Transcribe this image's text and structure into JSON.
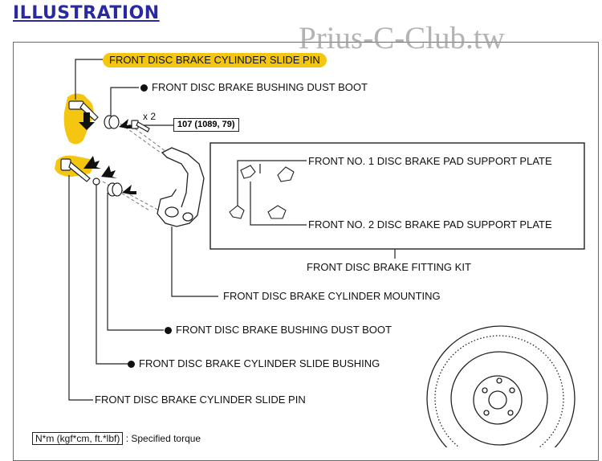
{
  "heading": "ILLUSTRATION",
  "watermark": "Prius-C-Club.tw",
  "labels": {
    "slide_pin_top": "FRONT DISC BRAKE CYLINDER SLIDE PIN",
    "dust_boot_top": "FRONT DISC BRAKE BUSHING DUST BOOT",
    "quantity": "x 2",
    "torque_value": "107 (1089, 79)",
    "pad_plate_1": "FRONT NO. 1 DISC BRAKE PAD SUPPORT PLATE",
    "pad_plate_2": "FRONT NO. 2 DISC BRAKE PAD SUPPORT PLATE",
    "fitting_kit": "FRONT DISC BRAKE FITTING KIT",
    "cylinder_mounting": "FRONT DISC BRAKE CYLINDER MOUNTING",
    "dust_boot_bottom": "FRONT DISC BRAKE BUSHING DUST BOOT",
    "slide_bushing": "FRONT DISC BRAKE CYLINDER SLIDE BUSHING",
    "slide_pin_bottom": "FRONT DISC BRAKE CYLINDER SLIDE PIN"
  },
  "legend": {
    "unit_box": "N*m (kgf*cm, ft.*lbf)",
    "unit_text": ": Specified torque"
  },
  "colors": {
    "highlight": "#f4c60f",
    "heading": "#2a2aa0",
    "line": "#222222"
  },
  "icons": [
    "part-highlight-marker",
    "non-reusable-part-dot",
    "assembly-arrow-icon"
  ]
}
